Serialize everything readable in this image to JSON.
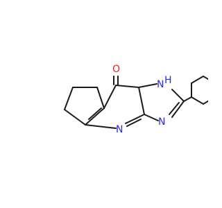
{
  "molecule": {
    "colors": {
      "carbon_bond": "#1a1a1a",
      "nitrogen": "#2a2aff",
      "oxygen": "#ff1a1a"
    },
    "atoms": {
      "oxygen": "O",
      "n_hydrogen": "N",
      "h_on_nitrogen": "H",
      "n_triazole": "N",
      "n_pyrimidine": "N"
    }
  }
}
